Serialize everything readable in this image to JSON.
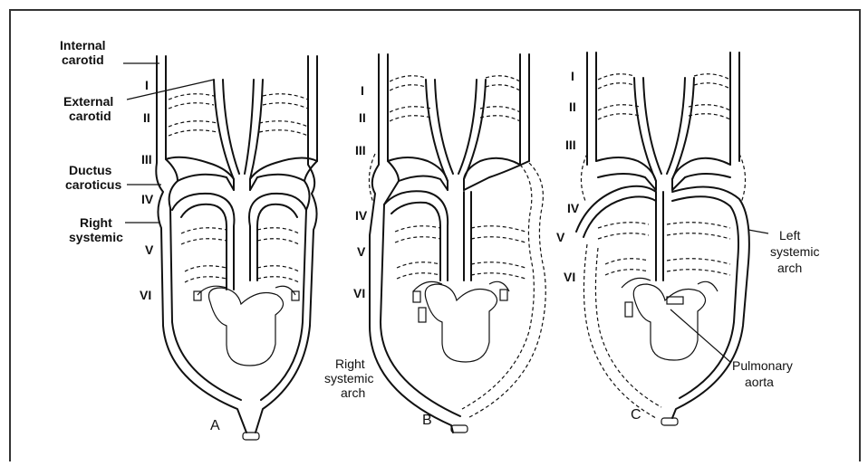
{
  "panels": [
    {
      "letter": "A",
      "romans": [
        "I",
        "II",
        "III",
        "IV",
        "V",
        "VI"
      ],
      "labels": {
        "internal_carotid_1": "Internal",
        "internal_carotid_2": "carotid",
        "external_carotid_1": "External",
        "external_carotid_2": "carotid",
        "ductus_caroticus_1": "Ductus",
        "ductus_caroticus_2": "caroticus",
        "right_systemic_1": "Right",
        "right_systemic_2": "systemic"
      }
    },
    {
      "letter": "B",
      "romans": [
        "I",
        "II",
        "III",
        "IV",
        "V",
        "VI"
      ],
      "labels": {
        "right_systemic_arch_1": "Right",
        "right_systemic_arch_2": "systemic",
        "right_systemic_arch_3": "arch"
      }
    },
    {
      "letter": "C",
      "romans": [
        "I",
        "II",
        "III",
        "IV",
        "V",
        "VI"
      ],
      "labels": {
        "left_systemic_arch_1": "Left",
        "left_systemic_arch_2": "systemic",
        "left_systemic_arch_3": "arch",
        "pulmonary_aorta_1": "Pulmonary",
        "pulmonary_aorta_2": "aorta"
      }
    }
  ]
}
